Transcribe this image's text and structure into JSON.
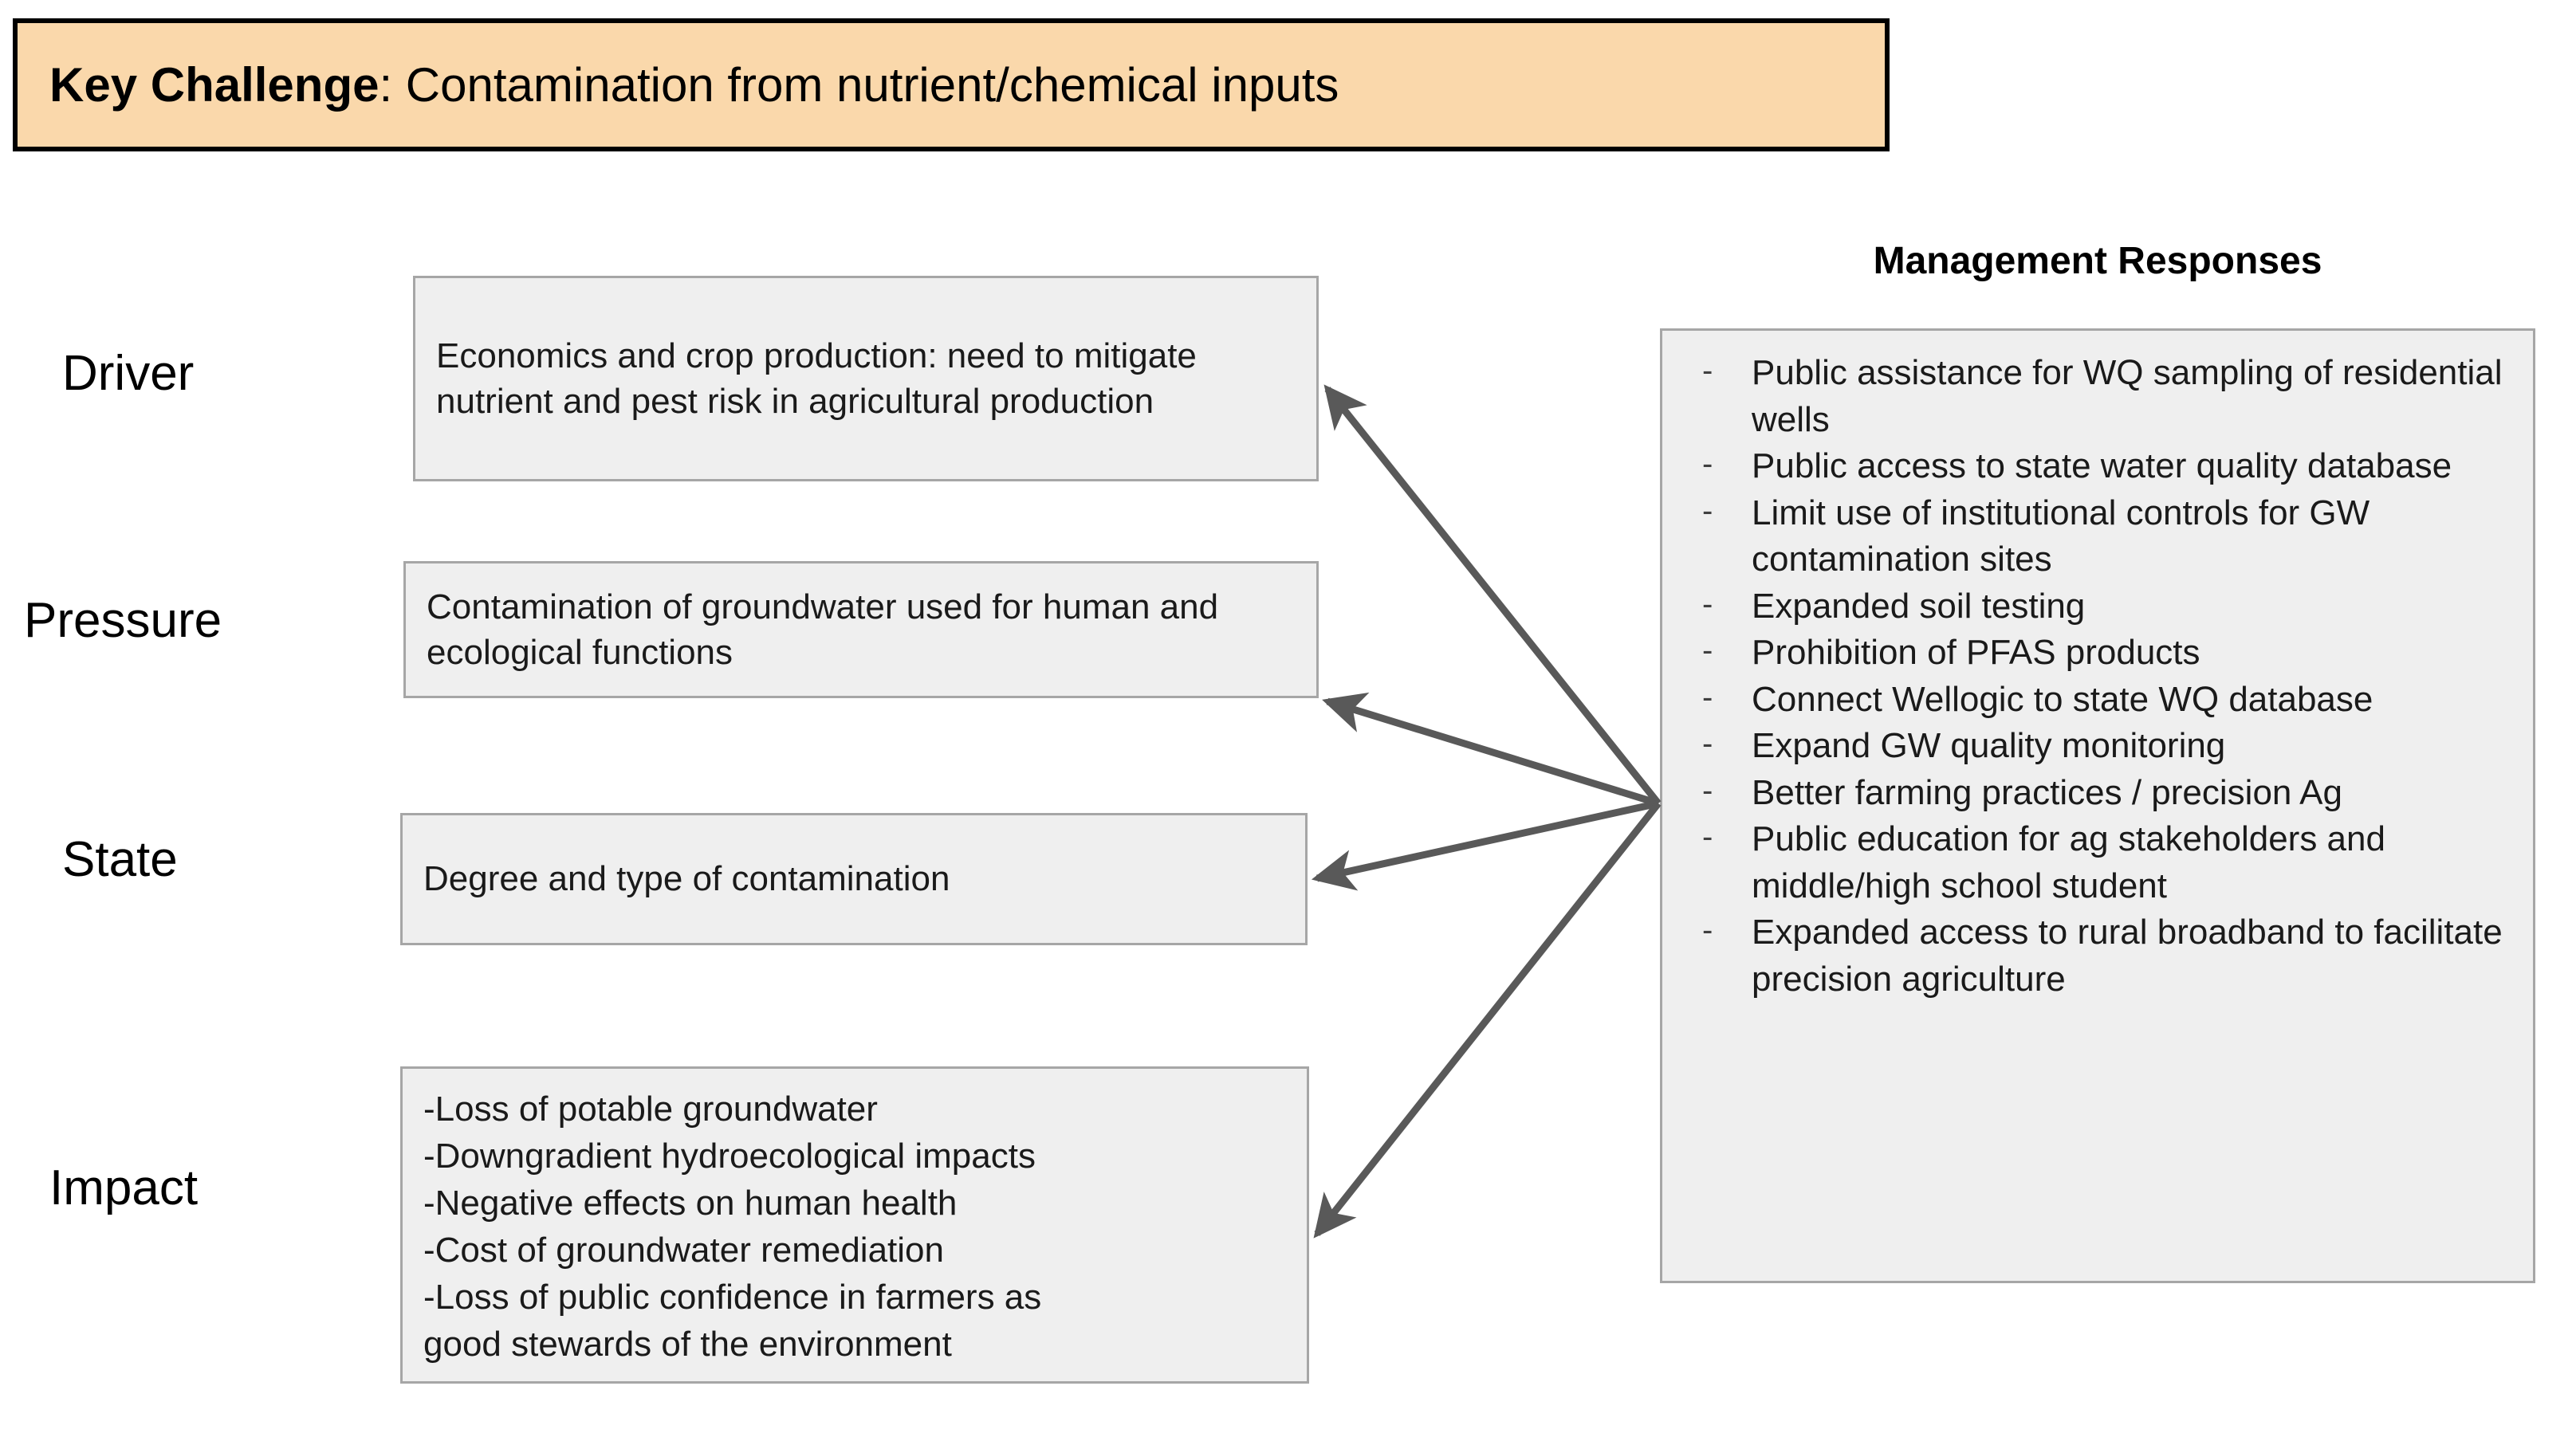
{
  "header": {
    "label_bold": "Key Challenge",
    "label_rest": ": Contamination from nutrient/chemical inputs",
    "background_color": "#fad8ab",
    "border_color": "#000000"
  },
  "stages": [
    {
      "label": "Driver"
    },
    {
      "label": "Pressure"
    },
    {
      "label": "State"
    },
    {
      "label": "Impact"
    }
  ],
  "boxes": {
    "driver": {
      "text": "Economics and crop production: need to mitigate nutrient and pest risk in agricultural production"
    },
    "pressure": {
      "text": "Contamination of groundwater used for human and ecological functions"
    },
    "state": {
      "text": "Degree and type of contamination"
    },
    "impact": {
      "lines": [
        "-Loss of potable groundwater",
        "-Downgradient hydroecological impacts",
        "-Negative effects on human health",
        "-Cost of groundwater remediation",
        "-Loss of public confidence in farmers as",
        "good stewards of the environment"
      ]
    },
    "fill_color": "#efefef",
    "border_color": "#a6a6a6"
  },
  "management": {
    "title": "Management Responses",
    "bullet_glyph": "-",
    "items": [
      "Public assistance for WQ sampling of residential wells",
      "Public access to state water quality database",
      "Limit use of institutional controls for GW contamination sites",
      "Expanded soil testing",
      "Prohibition of PFAS products",
      "Connect Wellogic to state WQ database",
      "Expand GW quality monitoring",
      "Better farming practices / precision Ag",
      "Public education for ag stakeholders and middle/high school student",
      "Expanded access to rural broadband to facilitate precision agriculture"
    ]
  },
  "arrows": {
    "color": "#595959",
    "origin": "management-responses-panel",
    "targets": [
      "driver",
      "pressure",
      "state",
      "impact"
    ]
  }
}
